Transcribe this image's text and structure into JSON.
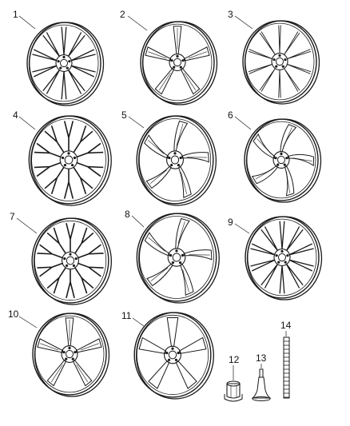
{
  "callouts": [
    {
      "id": 1,
      "label": "1"
    },
    {
      "id": 2,
      "label": "2"
    },
    {
      "id": 3,
      "label": "3"
    },
    {
      "id": 4,
      "label": "4"
    },
    {
      "id": 5,
      "label": "5"
    },
    {
      "id": 6,
      "label": "6"
    },
    {
      "id": 7,
      "label": "7"
    },
    {
      "id": 8,
      "label": "8"
    },
    {
      "id": 9,
      "label": "9"
    },
    {
      "id": 10,
      "label": "10"
    },
    {
      "id": 11,
      "label": "11"
    },
    {
      "id": 12,
      "label": "12"
    },
    {
      "id": 13,
      "label": "13"
    },
    {
      "id": 14,
      "label": "14"
    }
  ],
  "wheels": [
    {
      "id": 1,
      "spokes": 10,
      "style": "split"
    },
    {
      "id": 2,
      "spokes": 5,
      "style": "window"
    },
    {
      "id": 3,
      "spokes": 10,
      "style": "thin"
    },
    {
      "id": 4,
      "spokes": 10,
      "style": "y-split"
    },
    {
      "id": 5,
      "spokes": 5,
      "style": "twisted"
    },
    {
      "id": 6,
      "spokes": 5,
      "style": "curved"
    },
    {
      "id": 7,
      "spokes": 10,
      "style": "y-split"
    },
    {
      "id": 8,
      "spokes": 5,
      "style": "twisted"
    },
    {
      "id": 9,
      "spokes": 10,
      "style": "split"
    },
    {
      "id": 10,
      "spokes": 5,
      "style": "window"
    },
    {
      "id": 11,
      "spokes": 5,
      "style": "solid"
    }
  ],
  "parts": [
    {
      "id": 12,
      "kind": "lug-nut"
    },
    {
      "id": 13,
      "kind": "valve-stem"
    },
    {
      "id": 14,
      "kind": "balance-weight-strip"
    }
  ],
  "colors": {
    "ink": "#1a1a1a",
    "background": "#ffffff"
  }
}
